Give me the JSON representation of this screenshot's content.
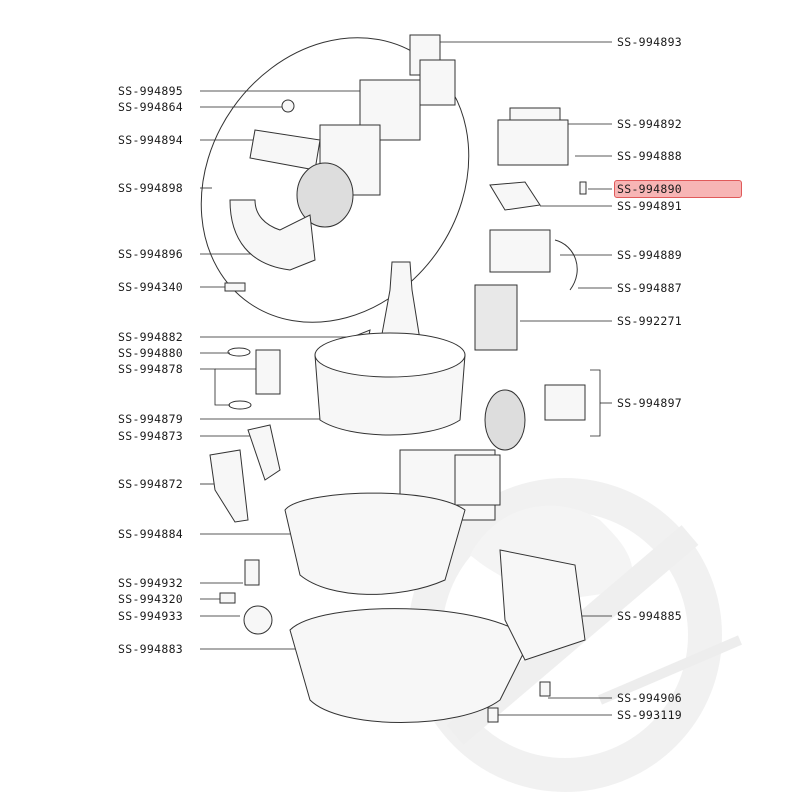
{
  "highlight_color": "#f08080",
  "labels_left": [
    {
      "id": "ss-994895",
      "text": "SS-994895"
    },
    {
      "id": "ss-994864",
      "text": "SS-994864"
    },
    {
      "id": "ss-994894",
      "text": "SS-994894"
    },
    {
      "id": "ss-994898",
      "text": "SS-994898"
    },
    {
      "id": "ss-994896",
      "text": "SS-994896"
    },
    {
      "id": "ss-994340",
      "text": "SS-994340"
    },
    {
      "id": "ss-994882",
      "text": "SS-994882"
    },
    {
      "id": "ss-994880",
      "text": "SS-994880"
    },
    {
      "id": "ss-994878",
      "text": "SS-994878"
    },
    {
      "id": "ss-994879",
      "text": "SS-994879"
    },
    {
      "id": "ss-994873",
      "text": "SS-994873"
    },
    {
      "id": "ss-994872",
      "text": "SS-994872"
    },
    {
      "id": "ss-994884",
      "text": "SS-994884"
    },
    {
      "id": "ss-994932",
      "text": "SS-994932"
    },
    {
      "id": "ss-994320",
      "text": "SS-994320"
    },
    {
      "id": "ss-994933",
      "text": "SS-994933"
    },
    {
      "id": "ss-994883",
      "text": "SS-994883"
    }
  ],
  "labels_right": [
    {
      "id": "ss-994893",
      "text": "SS-994893"
    },
    {
      "id": "ss-994892",
      "text": "SS-994892"
    },
    {
      "id": "ss-994888",
      "text": "SS-994888"
    },
    {
      "id": "ss-994890",
      "text": "SS-994890",
      "highlighted": true
    },
    {
      "id": "ss-994891",
      "text": "SS-994891"
    },
    {
      "id": "ss-994889",
      "text": "SS-994889"
    },
    {
      "id": "ss-994887",
      "text": "SS-994887"
    },
    {
      "id": "ss-992271",
      "text": "SS-992271"
    },
    {
      "id": "ss-994897",
      "text": "SS-994897"
    },
    {
      "id": "ss-994885",
      "text": "SS-994885"
    },
    {
      "id": "ss-994906",
      "text": "SS-994906"
    },
    {
      "id": "ss-993119",
      "text": "SS-993119"
    }
  ]
}
